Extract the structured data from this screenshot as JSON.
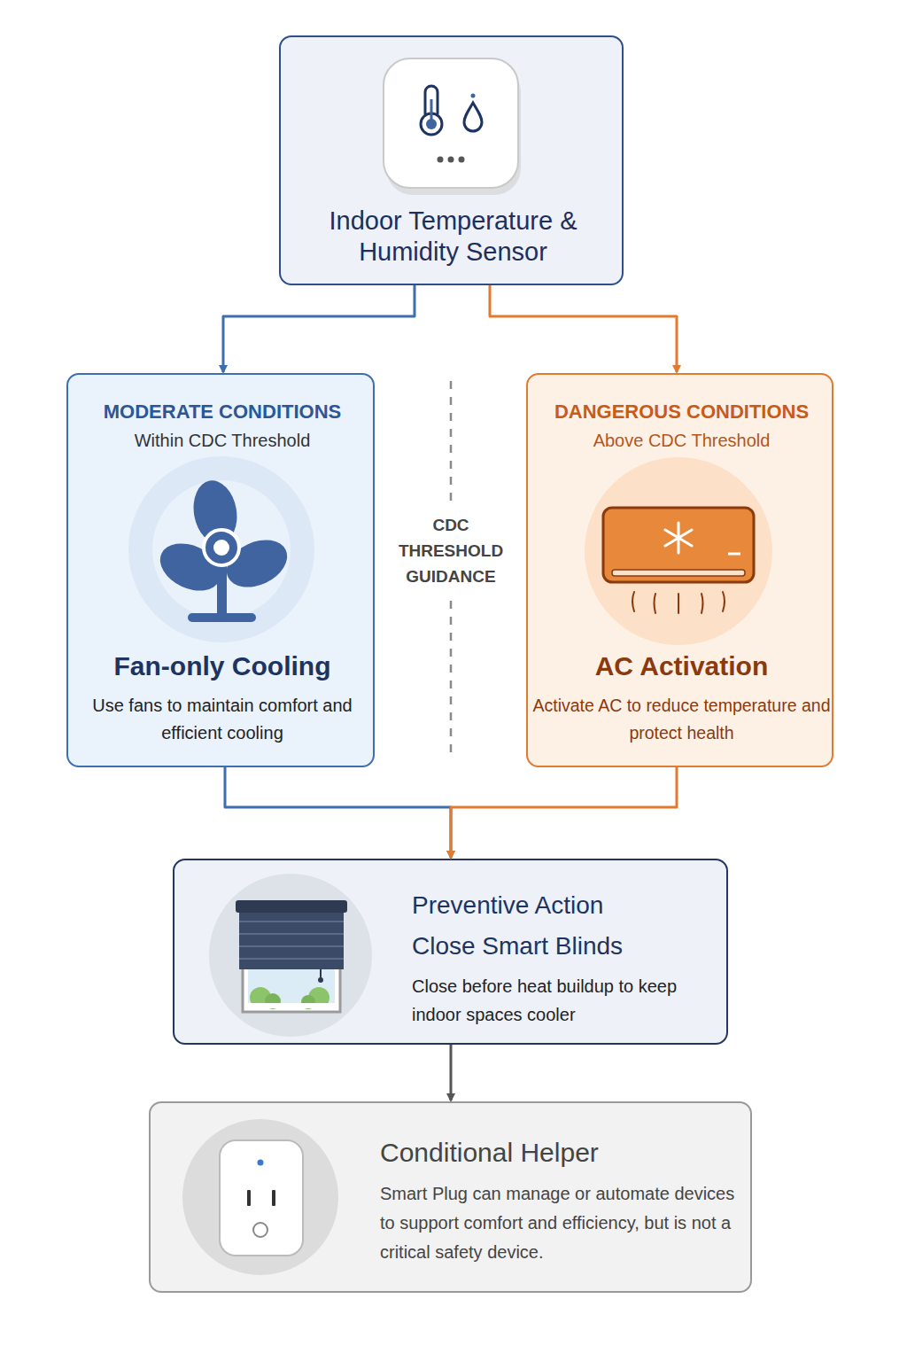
{
  "diagram": {
    "nodes": [
      {
        "text": [
          "Indoor Temperature & Humidity Sensor"
        ]
      },
      {
        "text": [
          "MODERATE CONDITIONS",
          "Within CDC Threshold",
          "Fan-only Cooling",
          "Use fans to maintain comfort and efficient cooling"
        ]
      },
      {
        "text": [
          "DANGEROUS CONDITIONS",
          "Above CDC Threshold",
          "AC Activation",
          "Activate AC to reduce temperature and protect health"
        ]
      },
      {
        "text": [
          "Preventive Action",
          "Close Smart Blinds",
          "Close before heat buildup to keep indoor spaces cooler"
        ]
      },
      {
        "text": [
          "Conditional Helper",
          "Smart Plug can manage or automate devices to support comfort and efficiency, but is not a critical safety device."
        ]
      }
    ],
    "edges": [
      {
        "from": 0,
        "to": 1,
        "arrow": "to"
      },
      {
        "from": 0,
        "to": 2,
        "arrow": "to"
      },
      {
        "from": 1,
        "to": 3,
        "arrow": "to"
      },
      {
        "from": 2,
        "to": 3,
        "arrow": "to"
      },
      {
        "from": 3,
        "to": 4,
        "arrow": "to"
      }
    ],
    "labels": [
      "CDC THRESHOLD GUIDANCE"
    ]
  }
}
